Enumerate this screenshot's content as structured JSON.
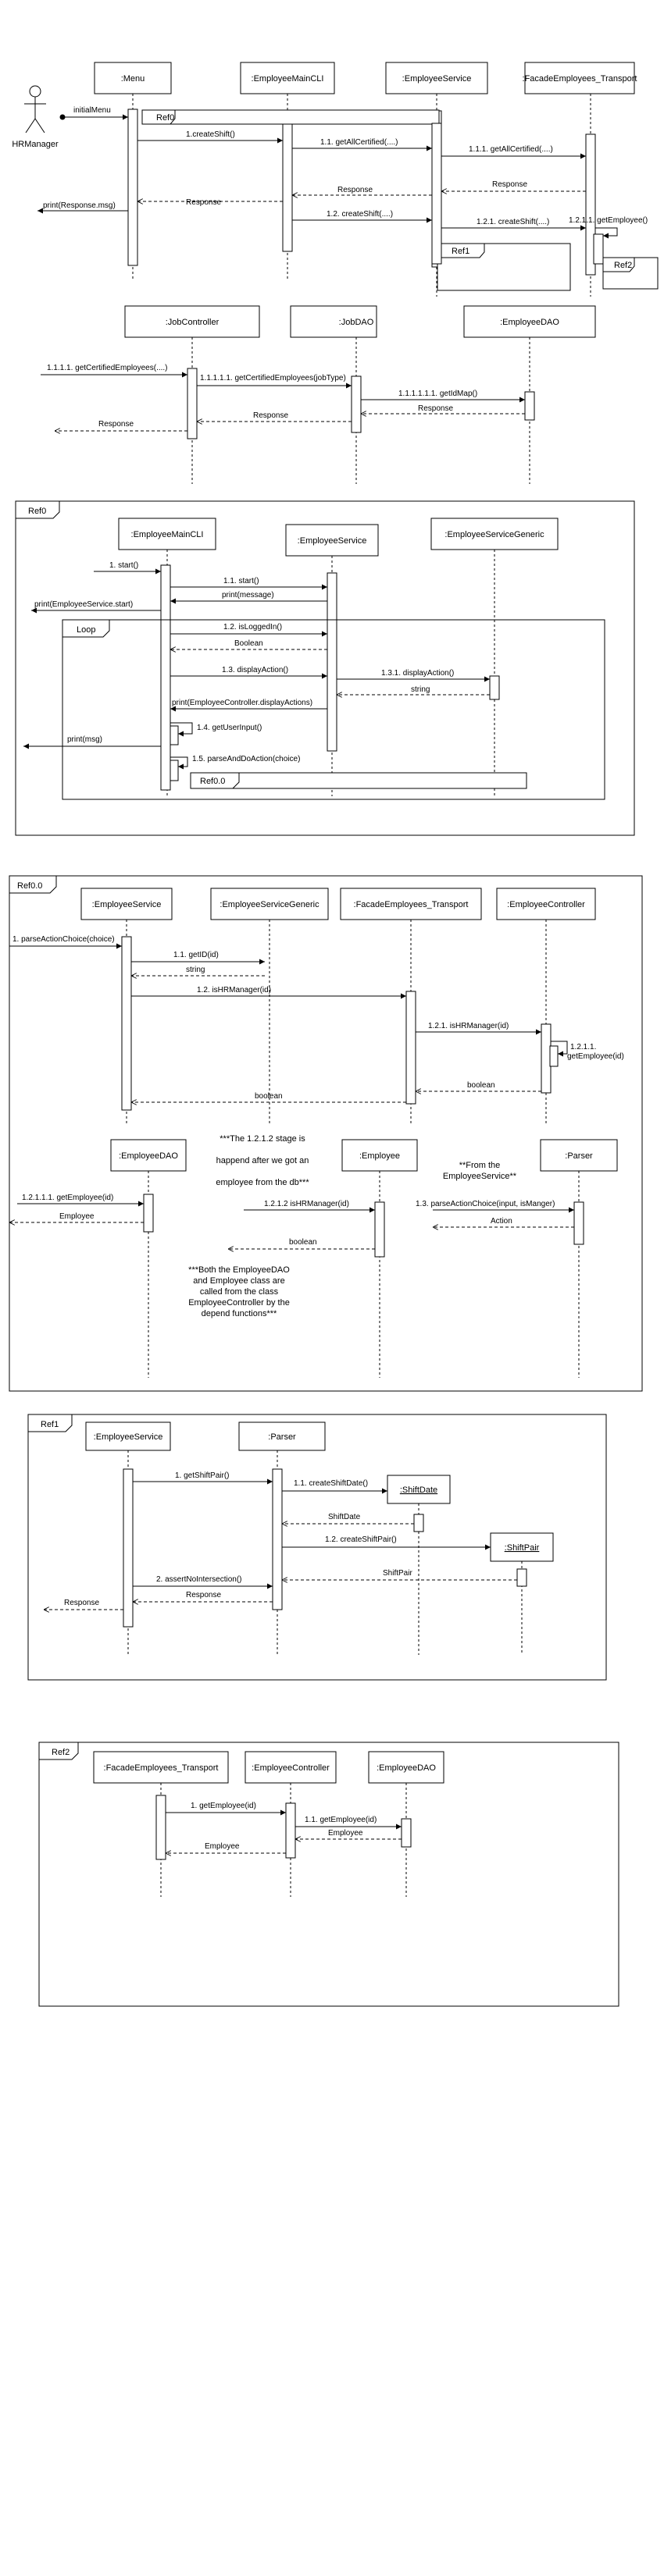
{
  "actor": {
    "label": "HRManager"
  },
  "lifelines": {
    "menu": ":Menu",
    "main_cli": ":EmployeeMainCLI",
    "emp_service": ":EmployeeService",
    "facade": ":FacadeEmployees_Transport",
    "job_controller": ":JobController",
    "job_dao": ":JobDAO",
    "employee_dao": ":EmployeeDAO",
    "service_generic": ":EmployeeServiceGeneric",
    "emp_controller": ":EmployeeController",
    "employee": ":Employee",
    "parser": ":Parser",
    "shift_date": ":ShiftDate",
    "shift_pair": ":ShiftPair"
  },
  "frames": {
    "ref0": "Ref0",
    "ref0_0": "Ref0.0",
    "ref1": "Ref1",
    "ref2": "Ref2",
    "loop": "Loop"
  },
  "messages": {
    "initial_menu": "initialMenu",
    "create_shift": "1.createShift()",
    "get_all_certified": "1.1. getAllCertified(....)",
    "get_all_certified_facade": "1.1.1. getAllCertified(....)",
    "response": "Response",
    "print_response": "print(Response.msg)",
    "create_shift_2": "1.2. createShift(....)",
    "create_shift_121": "1.2.1. createShift(....)",
    "get_employee_1211": "1.2.1.1. getEmployee()",
    "get_certified_employees": "1.1.1.1. getCertifiedEmployees(....)",
    "get_certified_employees_jobtype": "1.1.1.1.1. getCertifiedEmployees(jobType)",
    "get_id_map": "1.1.1.1.1.1. getIdMap()",
    "start": "1. start()",
    "start_11": "1.1. start()",
    "print_message": "print(message)",
    "print_emp_service_start": "print(EmployeeService.start)",
    "is_logged_in": "1.2. isLoggedIn()",
    "boolean": "Boolean",
    "display_action": "1.3. displayAction()",
    "display_action_131": "1.3.1. displayAction()",
    "string": "string",
    "print_controller_display": "print(EmployeeController.displayActions)",
    "get_user_input": "1.4. getUserInput()",
    "print_msg": "print(msg)",
    "parse_and_do_action": "1.5. parseAndDoAction(choice)",
    "ref_0_0": "Ref0.0",
    "parse_action_choice": "1. parseActionChoice(choice)",
    "get_id": "1.1. getID(id)",
    "is_hr_manager_12": "1.2. isHRManager(id)",
    "is_hr_manager_121": "1.2.1. isHRManager(id)",
    "get_employee_1211_id_a": "1.2.1.1.",
    "get_employee_1211_id_b": "getEmployee(id)",
    "boolean_lc": "boolean",
    "get_employee_12111": "1.2.1.1.1. getEmployee(id)",
    "employee": "Employee",
    "is_hr_manager_1212": "1.2.1.2 isHRManager(id)",
    "parse_action_choice_13": "1.3. parseActionChoice(input, isManger)",
    "action": "Action",
    "get_shift_pair": "1. getShiftPair()",
    "create_shift_date": "1.1. createShiftDate()",
    "shift_date": "ShiftDate",
    "create_shift_pair": "1.2. createShiftPair()",
    "shift_pair": "ShiftPair",
    "assert_no_intersection": "2. assertNoIntersection()",
    "get_employee_1": "1. getEmployee(id)",
    "get_employee_11": "1.1. getEmployee(id)"
  },
  "notes": {
    "stage_1212_line1": "***The 1.2.1.2 stage is",
    "stage_1212_line2": "happend after we got an",
    "stage_1212_line3": "employee from the db***",
    "from_service_line1": "**From the",
    "from_service_line2": "EmployeeService**",
    "both_dao_line1": "***Both the EmployeeDAO",
    "both_dao_line2": "and Employee class are",
    "both_dao_line3": "called from the class",
    "both_dao_line4": "EmployeeController by the",
    "both_dao_line5": "depend functions***"
  },
  "colors": {
    "line": "#000000",
    "background": "#ffffff"
  }
}
